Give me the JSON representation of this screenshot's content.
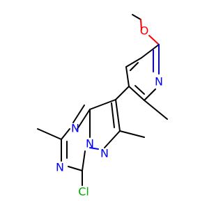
{
  "atoms": {
    "oxygen": {
      "symbol": "O",
      "color": "#ff0000"
    },
    "pyridine_n": {
      "symbol": "N",
      "color": "#0000ff"
    },
    "triazine_n_top": {
      "symbol": "N",
      "color": "#0000ff"
    },
    "triazine_n_bottom": {
      "symbol": "N",
      "color": "#0000ff"
    },
    "bridge_n": {
      "symbol": "N",
      "color": "#0000ff"
    },
    "pyrazole_n": {
      "symbol": "N",
      "color": "#0000ff"
    },
    "chlorine": {
      "symbol": "Cl",
      "color": "#00aa00"
    }
  },
  "bond_color": "#000000"
}
